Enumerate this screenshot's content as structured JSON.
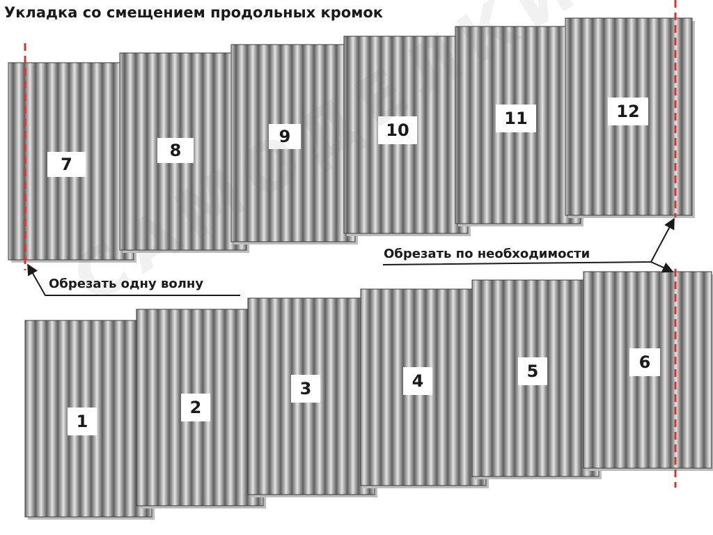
{
  "title": "Укладка со смещением продольных кромок",
  "watermark": "САМОДЕЛКИНО",
  "callouts": {
    "cut_one_wave": "Обрезать одну волну",
    "cut_as_needed": "Обрезать по необходимости"
  },
  "sheets_top_row": [
    "7",
    "8",
    "9",
    "10",
    "11",
    "12"
  ],
  "sheets_bottom_row": [
    "1",
    "2",
    "3",
    "4",
    "5",
    "6"
  ],
  "colors": {
    "sheet_dark": "#5f5f5f",
    "sheet_light": "#e4e4e4",
    "cut_line": "#d9342b",
    "label_bg": "#ffffff",
    "text": "#1a1a1a"
  }
}
